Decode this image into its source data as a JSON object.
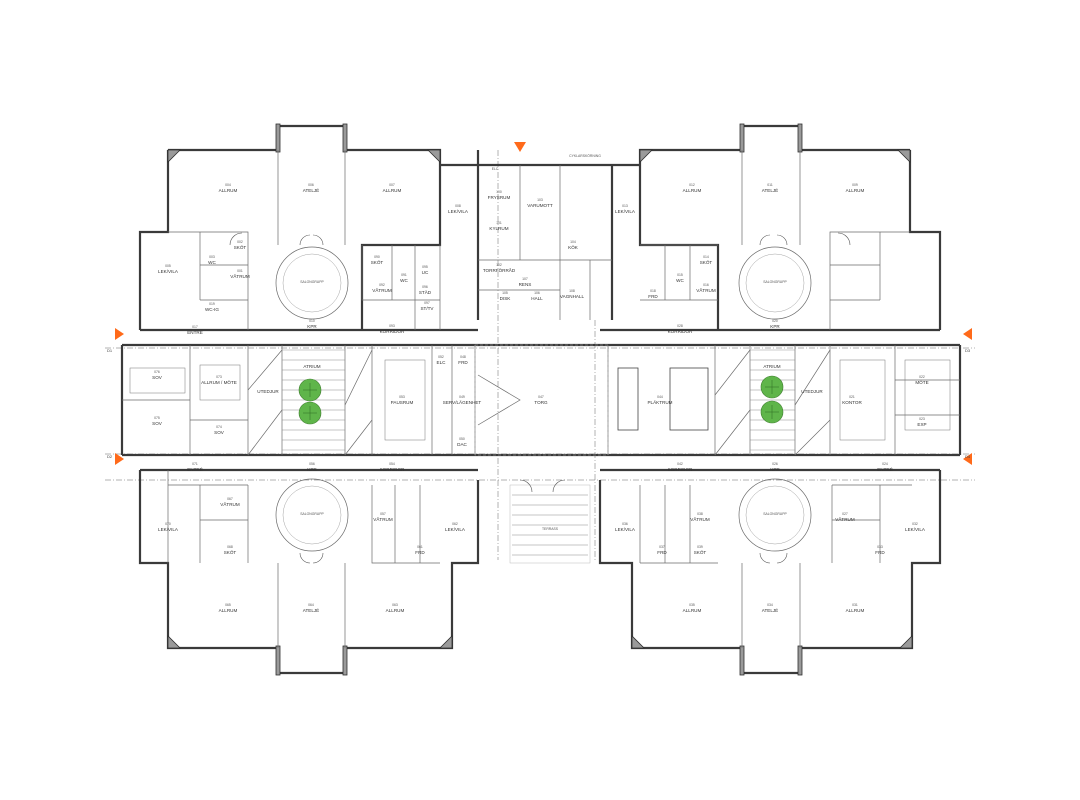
{
  "colors": {
    "marker": "#ff6a1a",
    "tree": "#5fb54a",
    "wall": "#3a3a3a"
  },
  "rooms": [
    {
      "id": "r1",
      "num": "004",
      "name": "ALLRUM"
    },
    {
      "id": "r2",
      "num": "006",
      "name": "ATELJÉ"
    },
    {
      "id": "r3",
      "num": "007",
      "name": "ALLRUM"
    },
    {
      "id": "r4",
      "num": "008",
      "name": "LEK/VILA"
    },
    {
      "id": "r5",
      "num": "005",
      "name": "LEK/VILA"
    },
    {
      "id": "r6",
      "num": "002",
      "name": "SKÖT"
    },
    {
      "id": "r7",
      "num": "003",
      "name": "WC"
    },
    {
      "id": "r8",
      "num": "001",
      "name": "VÅTRUM"
    },
    {
      "id": "r9",
      "num": "019",
      "name": "WC-IG"
    },
    {
      "id": "r10",
      "num": "010",
      "name": "KPR"
    },
    {
      "id": "r11",
      "num": "017",
      "name": "ENTRÉ"
    },
    {
      "id": "r12",
      "num": "093",
      "name": "KORRIDOR"
    },
    {
      "id": "r13",
      "num": "090",
      "name": "SKÖT"
    },
    {
      "id": "r14",
      "num": "091",
      "name": "WC"
    },
    {
      "id": "r15",
      "num": "092",
      "name": "VÅTRUM"
    },
    {
      "id": "r16",
      "num": "095",
      "name": "UC"
    },
    {
      "id": "r17",
      "num": "096",
      "name": "STÄD"
    },
    {
      "id": "r18",
      "num": "097",
      "name": "ST/TV"
    },
    {
      "id": "r19",
      "num": "100",
      "name": "FRYSRUM"
    },
    {
      "id": "r20",
      "num": "101",
      "name": "KYLRUM"
    },
    {
      "id": "r21",
      "num": "102",
      "name": "TORRFÖRRÅD"
    },
    {
      "id": "r22",
      "num": "103",
      "name": "VARUMOTT"
    },
    {
      "id": "r23",
      "num": "104",
      "name": "KÖK"
    },
    {
      "id": "r24",
      "num": "105",
      "name": "DISK"
    },
    {
      "id": "r25",
      "num": "106",
      "name": "HALL"
    },
    {
      "id": "r26",
      "num": "107",
      "name": "RENS"
    },
    {
      "id": "r27",
      "num": "108",
      "name": "VAGNHALL"
    },
    {
      "id": "r28",
      "num": "012",
      "name": "ALLRUM"
    },
    {
      "id": "r29",
      "num": "011",
      "name": "ATELJÉ"
    },
    {
      "id": "r30",
      "num": "009",
      "name": "ALLRUM"
    },
    {
      "id": "r31",
      "num": "013",
      "name": "LEK/VILA"
    },
    {
      "id": "r32",
      "num": "014",
      "name": "SKÖT"
    },
    {
      "id": "r33",
      "num": "015",
      "name": "WC"
    },
    {
      "id": "r34",
      "num": "016",
      "name": "VÅTRUM"
    },
    {
      "id": "r35",
      "num": "018",
      "name": "FRD"
    },
    {
      "id": "r36",
      "num": "020",
      "name": "KPR"
    },
    {
      "id": "r37",
      "num": "028",
      "name": "KORRIDOR"
    },
    {
      "id": "r38",
      "num": "076",
      "name": "SOV"
    },
    {
      "id": "r39",
      "num": "075",
      "name": "SOV"
    },
    {
      "id": "r40",
      "num": "073",
      "name": "ALLRUM / MÖTE"
    },
    {
      "id": "r41",
      "num": "074",
      "name": "SOV"
    },
    {
      "id": "r42",
      "num": "053",
      "name": "PAUSRUM"
    },
    {
      "id": "r43",
      "num": "048",
      "name": "FRD"
    },
    {
      "id": "r44",
      "num": "052",
      "name": "ELC"
    },
    {
      "id": "r45",
      "num": "049",
      "name": "SERV/LÄGENHET"
    },
    {
      "id": "r46",
      "num": "050",
      "name": "DAC"
    },
    {
      "id": "r47",
      "num": "047",
      "name": "TORG"
    },
    {
      "id": "r48",
      "num": "044",
      "name": "PLÄKTRUM"
    },
    {
      "id": "r49",
      "num": "021",
      "name": "KONTOR"
    },
    {
      "id": "r50",
      "num": "022",
      "name": "MÖTE"
    },
    {
      "id": "r51",
      "num": "023",
      "name": "EXP"
    },
    {
      "id": "r52",
      "num": "071",
      "name": "ENTRÉ"
    },
    {
      "id": "r53",
      "num": "056",
      "name": "KPR"
    },
    {
      "id": "r54",
      "num": "054",
      "name": "KORRIDOR"
    },
    {
      "id": "r55",
      "num": "042",
      "name": "KORRIDOR"
    },
    {
      "id": "r56",
      "num": "026",
      "name": "KPR"
    },
    {
      "id": "r57",
      "num": "024",
      "name": "ENTRÉ"
    },
    {
      "id": "r58",
      "num": "070",
      "name": "LEK/VILA"
    },
    {
      "id": "r59",
      "num": "067",
      "name": "VÅTRUM"
    },
    {
      "id": "r60",
      "num": "068",
      "name": "SKÖT"
    },
    {
      "id": "r61",
      "num": "057",
      "name": "VÅTRUM"
    },
    {
      "id": "r62",
      "num": "062",
      "name": "LEK/VILA"
    },
    {
      "id": "r63",
      "num": "061",
      "name": "FRD"
    },
    {
      "id": "r64",
      "num": "036",
      "name": "LEK/VILA"
    },
    {
      "id": "r65",
      "num": "038",
      "name": "VÅTRUM"
    },
    {
      "id": "r66",
      "num": "037",
      "name": "FRD"
    },
    {
      "id": "r67",
      "num": "039",
      "name": "SKÖT"
    },
    {
      "id": "r68",
      "num": "027",
      "name": "VÅTRUM"
    },
    {
      "id": "r69",
      "num": "032",
      "name": "LEK/VILA"
    },
    {
      "id": "r70",
      "num": "033",
      "name": "FRD"
    },
    {
      "id": "r71",
      "num": "065",
      "name": "ALLRUM"
    },
    {
      "id": "r72",
      "num": "064",
      "name": "ATELJÉ"
    },
    {
      "id": "r73",
      "num": "063",
      "name": "ALLRUM"
    },
    {
      "id": "r74",
      "num": "035",
      "name": "ALLRUM"
    },
    {
      "id": "r75",
      "num": "034",
      "name": "ATELJÉ"
    },
    {
      "id": "r76",
      "num": "031",
      "name": "ALLRUM"
    }
  ],
  "labels": {
    "atrium_left": "ATRIUM",
    "atrium_right": "ATRIUM",
    "utedjur_left": "UTEDJUR",
    "utedjur_right": "UTEDJUR",
    "salong": "SALONGRUPP",
    "terrass": "TERRASS",
    "cykelskjul": "CYKLARSKÖRNING",
    "elc_top": "ELC"
  },
  "axes": [
    "D1",
    "D2",
    "D3",
    "D4"
  ]
}
